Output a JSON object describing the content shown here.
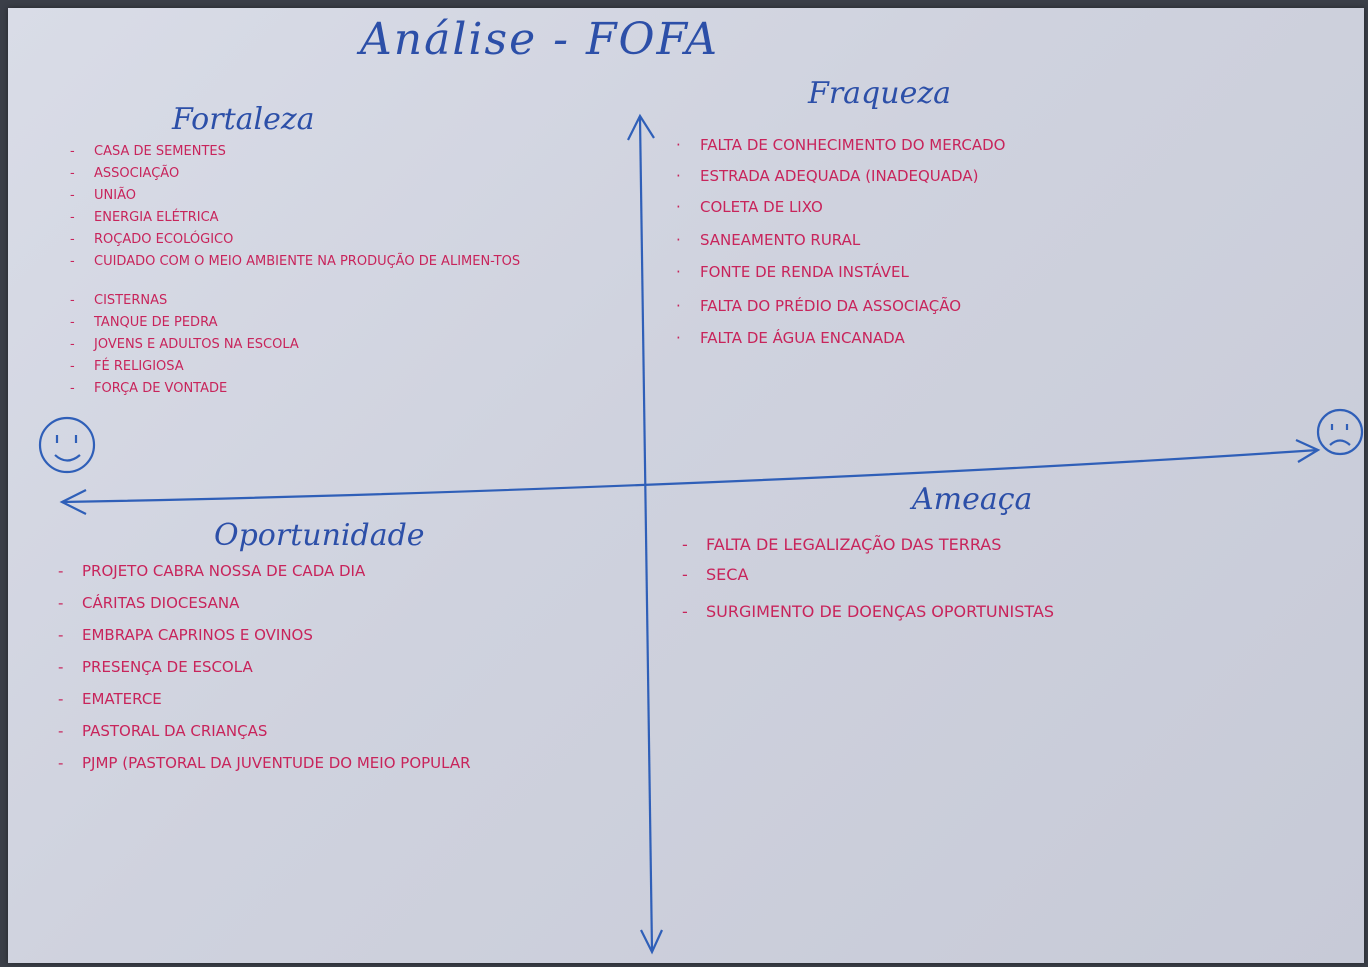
{
  "title": "Análise - FOFA",
  "quadrants": {
    "forca": {
      "heading": "Fortaleza",
      "items": [
        "Casa de sementes",
        "Associação",
        "União",
        "Energia elétrica",
        "Roçado ecológico",
        "Cuidado com o meio ambiente na produção de alimen-tos",
        "Cisternas",
        "Tanque de pedra",
        "Jovens e adultos na escola",
        "Fé religiosa",
        "Força de vontade"
      ]
    },
    "fraqueza": {
      "heading": "Fraqueza",
      "items": [
        "Falta de conhecimento do mercado",
        "Estrada adequada (inadequada)",
        "Coleta de lixo",
        "Saneamento rural",
        "Fonte de renda instável",
        "Falta do prédio da associação",
        "Falta de água encanada"
      ]
    },
    "oportunidade": {
      "heading": "Oportunidade",
      "items": [
        "Projeto cabra nossa de cada dia",
        "Cáritas diocesana",
        "Embrapa caprinos e ovinos",
        "Presença de escola",
        "Ematerce",
        "Pastoral da crianças",
        "PJMP (pastoral da juventude do meio popular"
      ]
    },
    "ameaca": {
      "heading": "Ameaça",
      "items": [
        "Falta de legalização das terras",
        "Seca",
        "Surgimento de doenças oportunistas"
      ]
    }
  },
  "faces": {
    "left": "smiley-face-icon",
    "right": "sad-face-icon"
  },
  "colors": {
    "ink_blue": "#2c4fa8",
    "ink_red": "#c8245b",
    "paper": "#d4d7e2"
  }
}
